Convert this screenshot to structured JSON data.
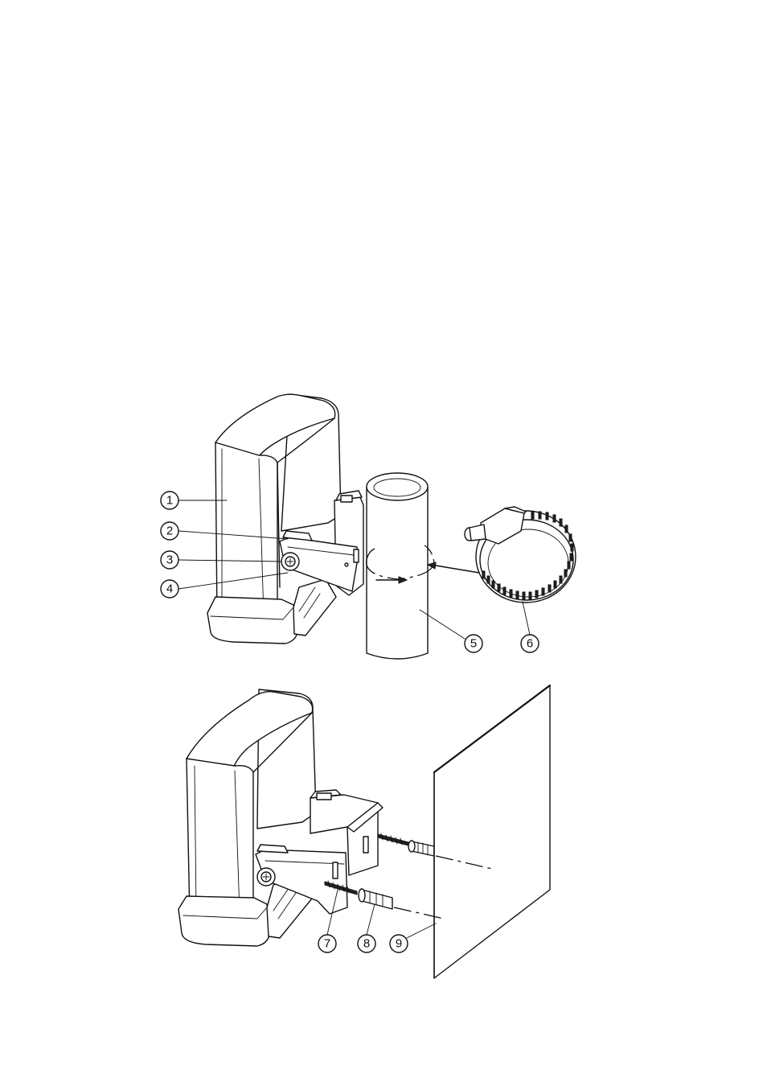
{
  "figure_top": {
    "callouts": [
      {
        "id": "1"
      },
      {
        "id": "2"
      },
      {
        "id": "3"
      },
      {
        "id": "4"
      },
      {
        "id": "5"
      },
      {
        "id": "6"
      }
    ]
  },
  "figure_bottom": {
    "callouts": [
      {
        "id": "7"
      },
      {
        "id": "8"
      },
      {
        "id": "9"
      }
    ]
  }
}
